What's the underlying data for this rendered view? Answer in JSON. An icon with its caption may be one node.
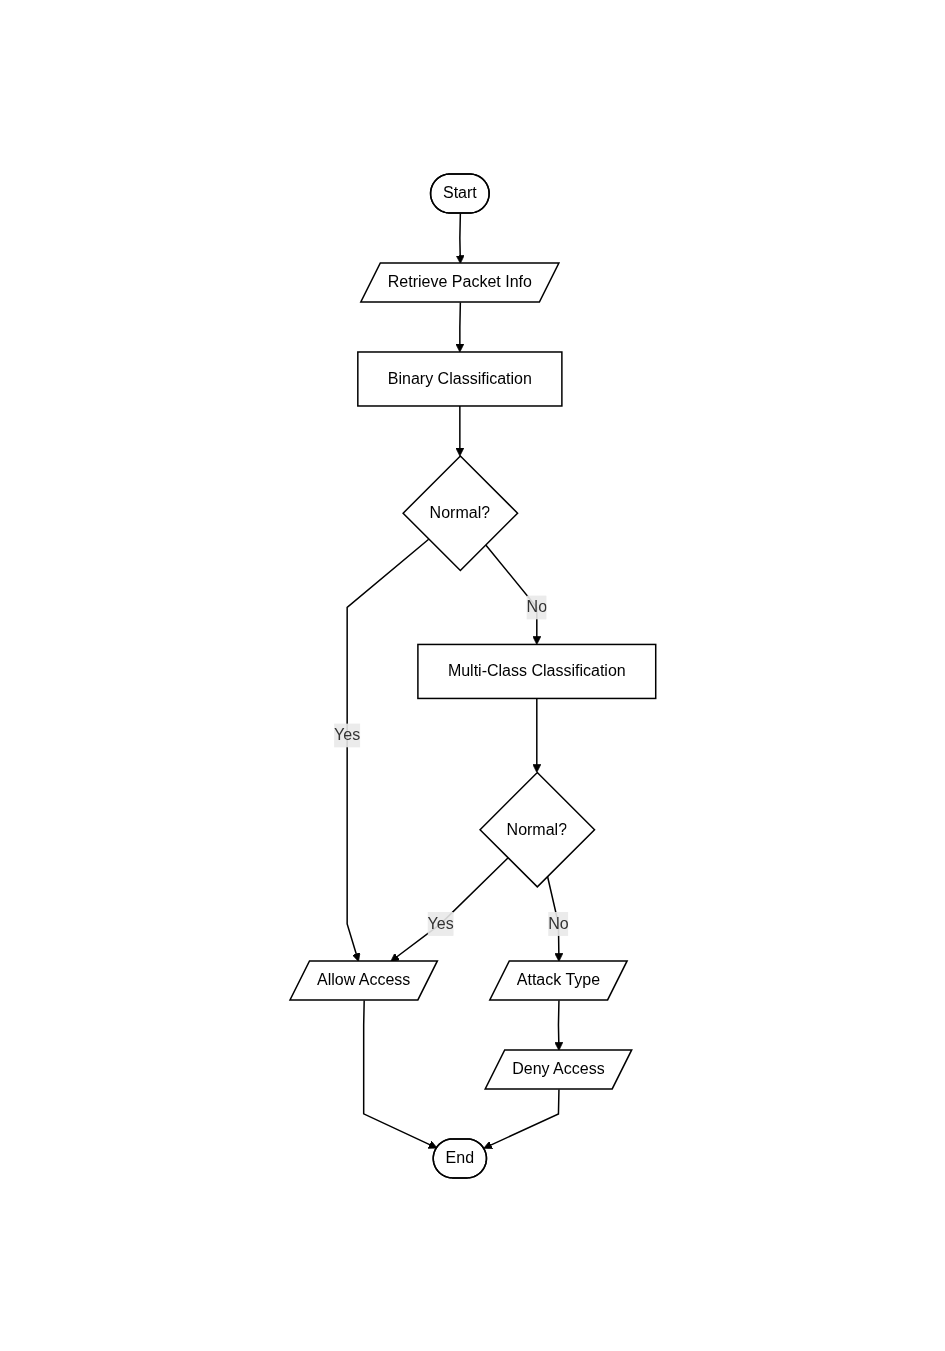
{
  "diagram": {
    "nodes": [
      {
        "text": [
          "Start"
        ]
      },
      {
        "text": [
          "Retrieve Packet Info"
        ]
      },
      {
        "text": [
          "Binary Classification"
        ]
      },
      {
        "text": [
          "Normal?"
        ]
      },
      {
        "text": [
          "Allow Access"
        ]
      },
      {
        "text": [
          "Multi-Class Classification"
        ]
      },
      {
        "text": [
          "Normal?"
        ]
      },
      {
        "text": [
          "Attack Type"
        ]
      },
      {
        "text": [
          "Deny Access"
        ]
      },
      {
        "text": [
          "End"
        ]
      }
    ],
    "edges": [
      {
        "from": 0,
        "to": 1,
        "arrow": "to"
      },
      {
        "from": 1,
        "to": 2,
        "arrow": "to"
      },
      {
        "from": 2,
        "to": 3,
        "arrow": "to"
      },
      {
        "from": 3,
        "to": 4,
        "arrow": "to",
        "label": "Yes"
      },
      {
        "from": 3,
        "to": 5,
        "arrow": "to",
        "label": "No"
      },
      {
        "from": 5,
        "to": 6,
        "arrow": "to"
      },
      {
        "from": 6,
        "to": 4,
        "arrow": "to",
        "label": "Yes"
      },
      {
        "from": 6,
        "to": 7,
        "arrow": "to",
        "label": "No"
      },
      {
        "from": 7,
        "to": 8,
        "arrow": "to"
      },
      {
        "from": 8,
        "to": 9,
        "arrow": "to"
      },
      {
        "from": 4,
        "to": 9,
        "arrow": "to"
      }
    ]
  }
}
